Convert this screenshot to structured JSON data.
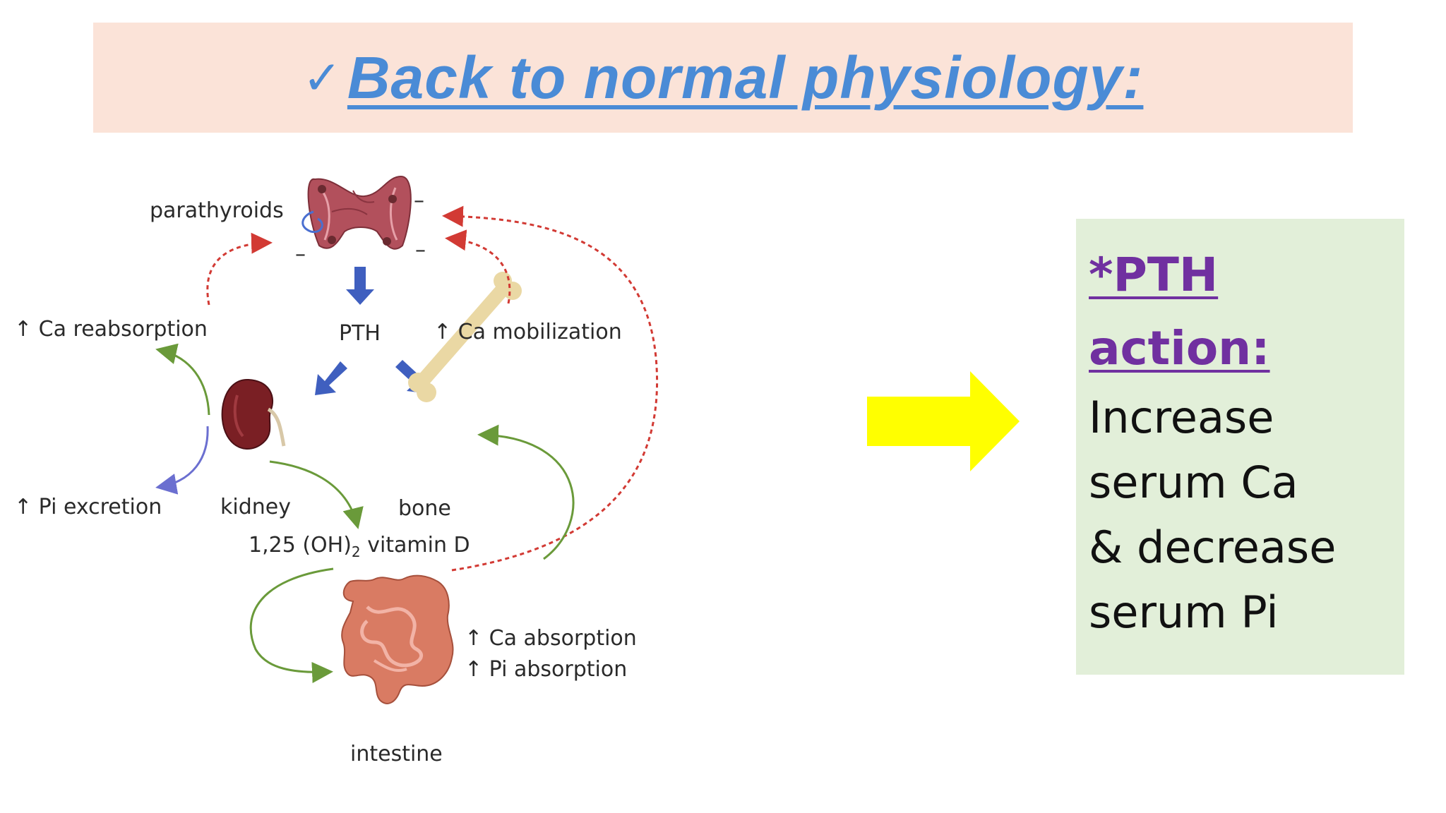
{
  "title": {
    "check": "✓",
    "text": "Back to normal physiology:"
  },
  "diagram": {
    "labels": {
      "parathyroids": "parathyroids",
      "pth": "PTH",
      "ca_reabsorption": "↑ Ca reabsorption",
      "ca_mobilization": "↑ Ca mobilization",
      "pi_excretion": "↑ Pi excretion",
      "kidney": "kidney",
      "bone": "bone",
      "vitamin_d_pre": "1,25 (OH)",
      "vitamin_d_sub": "2",
      "vitamin_d_post": " vitamin D",
      "ca_absorption": "↑ Ca absorption",
      "pi_absorption": "↑ Pi absorption",
      "intestine": "intestine",
      "minus": "–"
    },
    "colors": {
      "feedback_dashed": "#d23a34",
      "pth_arrows": "#3f5fbf",
      "green_arrows": "#6a9a3a",
      "purple_arrow": "#6b6fd0",
      "bone": "#ead8a4",
      "kidney": "#7a1f24",
      "thyroid": "#b2505c",
      "intestine": "#d97b63"
    }
  },
  "info_box": {
    "heading_line1": "*PTH",
    "heading_line2": "action:",
    "lines": [
      "Increase",
      "serum Ca",
      "& decrease",
      "serum Pi"
    ],
    "background": "#e2efd9",
    "heading_color": "#7030a0"
  },
  "arrow": {
    "color": "#ffff00",
    "direction": "right"
  },
  "title_banner_color": "#fbe3d8",
  "title_color": "#4a8bd6"
}
